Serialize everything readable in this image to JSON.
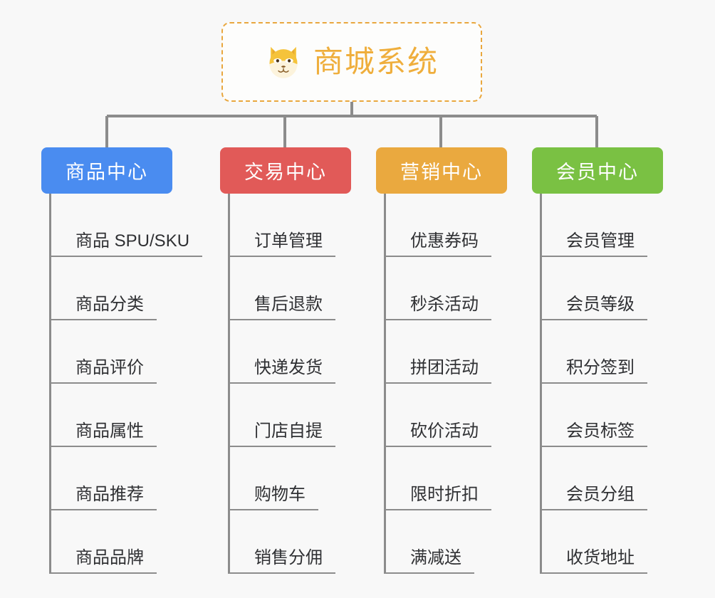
{
  "root": {
    "title": "商城系统",
    "icon": "shiba-dog-icon",
    "border_color": "#e9a73e",
    "text_color": "#efae3c"
  },
  "branches": [
    {
      "id": "product-center",
      "label": "商品中心",
      "color": "#4a8cf0",
      "items": [
        "商品 SPU/SKU",
        "商品分类",
        "商品评价",
        "商品属性",
        "商品推荐",
        "商品品牌"
      ]
    },
    {
      "id": "trade-center",
      "label": "交易中心",
      "color": "#e15a58",
      "items": [
        "订单管理",
        "售后退款",
        "快递发货",
        "门店自提",
        "购物车",
        "销售分佣"
      ]
    },
    {
      "id": "marketing-center",
      "label": "营销中心",
      "color": "#eaa93f",
      "items": [
        "优惠券码",
        "秒杀活动",
        "拼团活动",
        "砍价活动",
        "限时折扣",
        "满减送"
      ]
    },
    {
      "id": "member-center",
      "label": "会员中心",
      "color": "#7ac143",
      "items": [
        "会员管理",
        "会员等级",
        "积分签到",
        "会员标签",
        "会员分组",
        "收货地址"
      ]
    }
  ],
  "connector_color": "#8c8c8c",
  "background_color": "#f8f8f8"
}
